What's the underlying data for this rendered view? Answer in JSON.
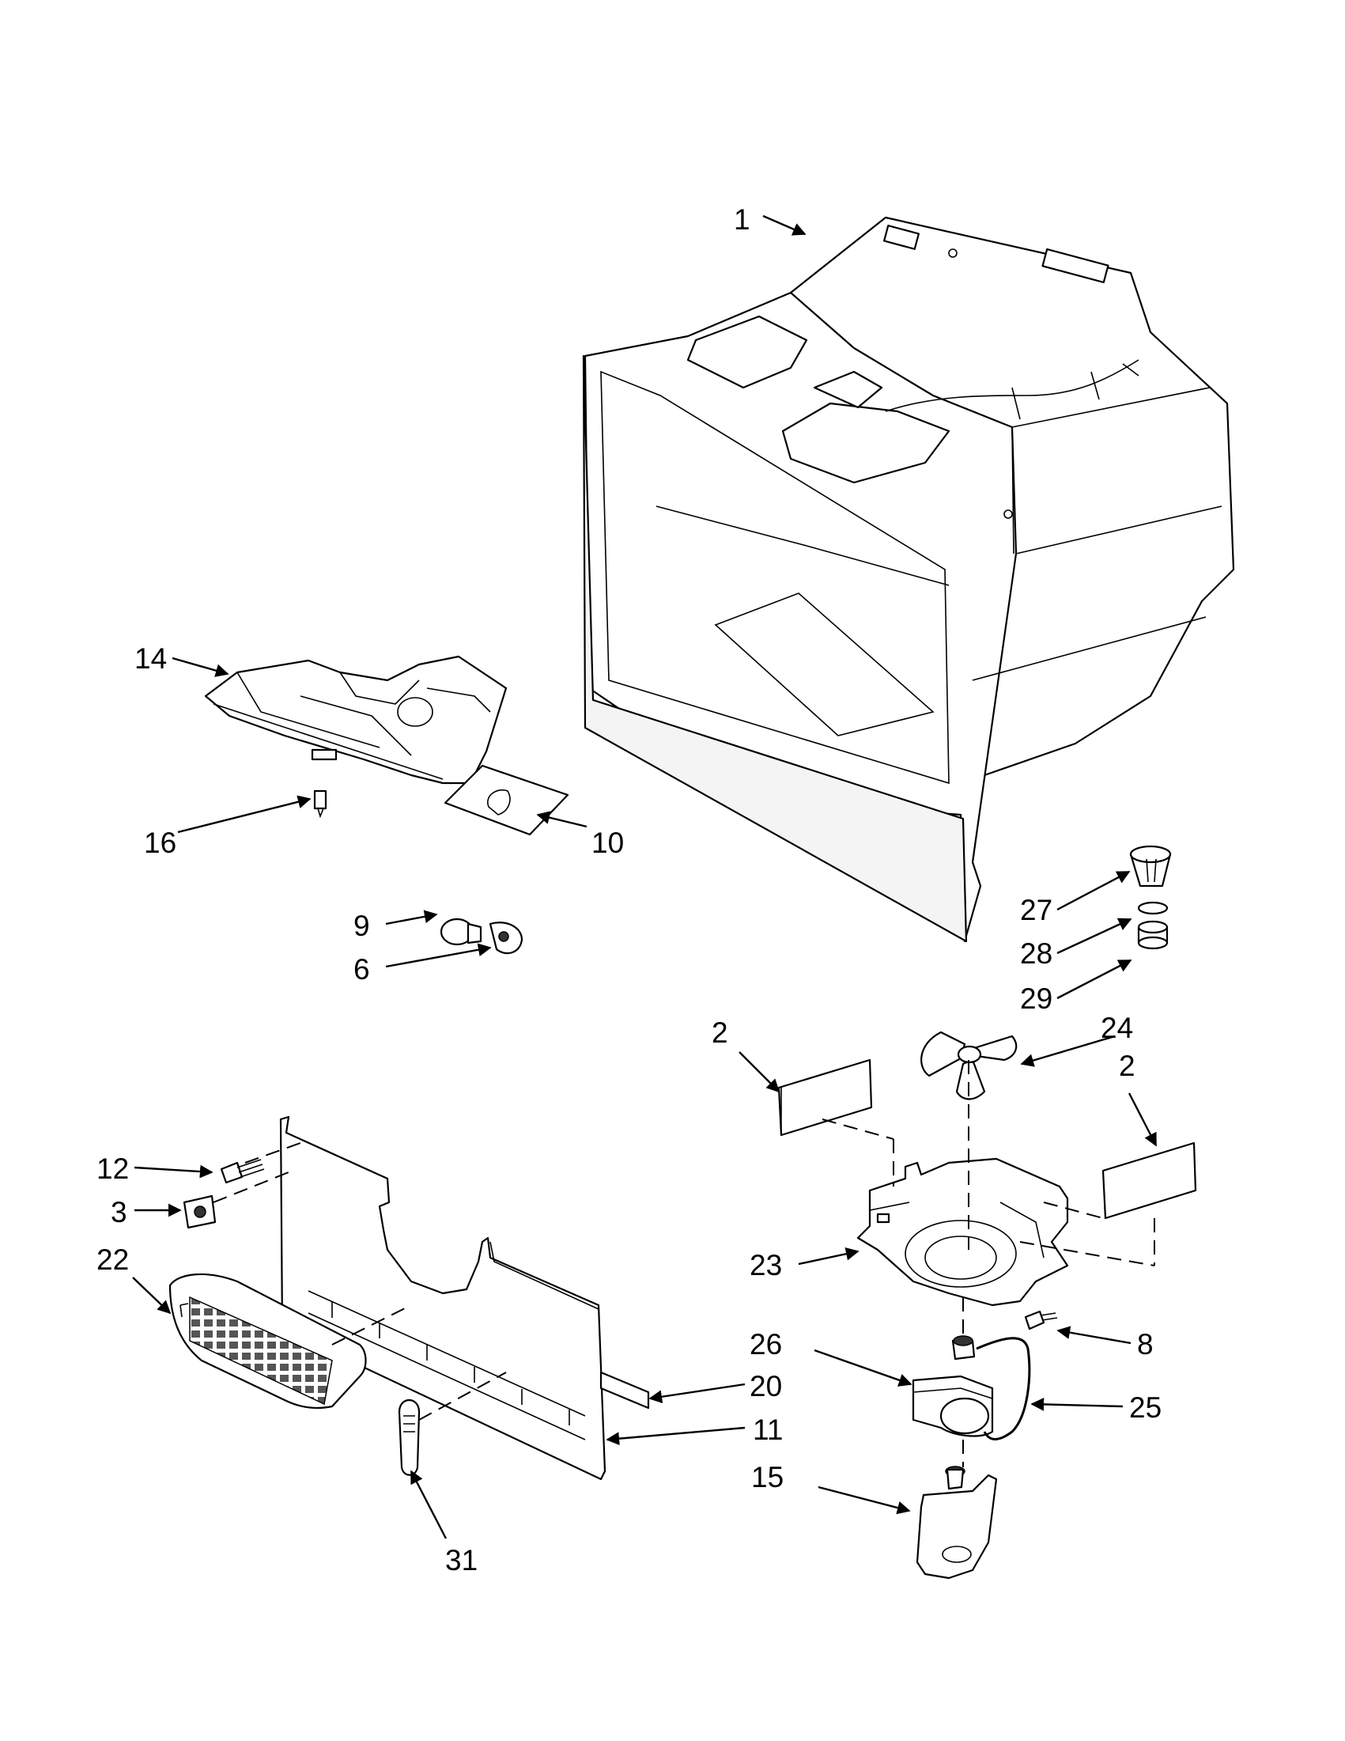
{
  "callouts": {
    "c1": "1",
    "c2a": "2",
    "c2b": "2",
    "c3": "3",
    "c6": "6",
    "c8": "8",
    "c9": "9",
    "c10": "10",
    "c11": "11",
    "c12": "12",
    "c14": "14",
    "c15": "15",
    "c16": "16",
    "c20": "20",
    "c22": "22",
    "c23": "23",
    "c24": "24",
    "c25": "25",
    "c26": "26",
    "c27": "27",
    "c28": "28",
    "c29": "29",
    "c31": "31"
  }
}
